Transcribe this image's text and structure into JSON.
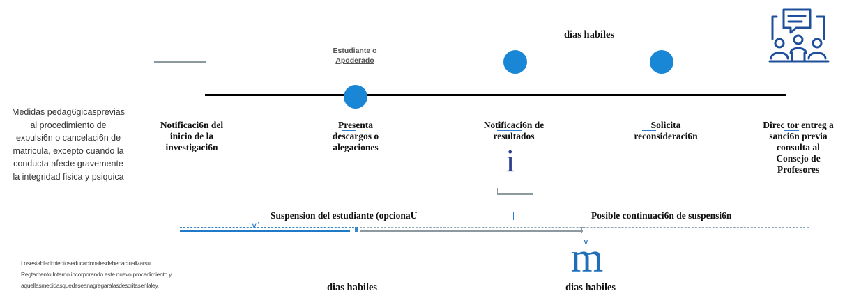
{
  "left_note": {
    "lines": [
      "Medidas pedag6gicasprevias",
      "al procedimiento de",
      "expulsi6n o cancelaci6n de",
      "matricula, excepto cuando la",
      "conducta afecte gravemente",
      "la integridad fisica y psiquica"
    ]
  },
  "bottom_note": {
    "lines": [
      "Losestablecimientoseducacionalesdebenactualizarsu",
      "Regtamento Interno incorporando este nuevo procedimiento y",
      "aquellasmedidasquedeseanagregaralasdescritasenlaley."
    ]
  },
  "top": {
    "actor_label_line1": "Estudiante o",
    "actor_label_line2": "Apoderado",
    "days_label": "dias habiles"
  },
  "steps": [
    {
      "lines": [
        "Notificaci6n del",
        "inicio de la",
        "investigaci6n"
      ]
    },
    {
      "lines": [
        "Presenta",
        "descargos o",
        "alegaciones"
      ]
    },
    {
      "lines": [
        "Notificaci6n de",
        "resultados"
      ]
    },
    {
      "lines": [
        "Solicita",
        "reconsideraci6n"
      ]
    },
    {
      "lines": [
        "Direc tor entreg a",
        "sanci6n previa",
        "consulta al",
        "Consejo de",
        "Profesores"
      ]
    }
  ],
  "middle": {
    "info_glyph": "i",
    "suspension_label": "Suspension del estudiante (opcionaU",
    "continuation_label": "Posible continuaci6n de suspensi6n"
  },
  "bottom": {
    "days_left": "dias habiles",
    "days_right": "dias habiles",
    "glyph": "m"
  },
  "colors": {
    "accent": "#1a86d6",
    "icon": "#1f4f9a",
    "grey_line": "#8c9aa0",
    "timeline": "#000000"
  },
  "icons": [
    "meeting-icon",
    "info-icon",
    "calendar-icon"
  ]
}
